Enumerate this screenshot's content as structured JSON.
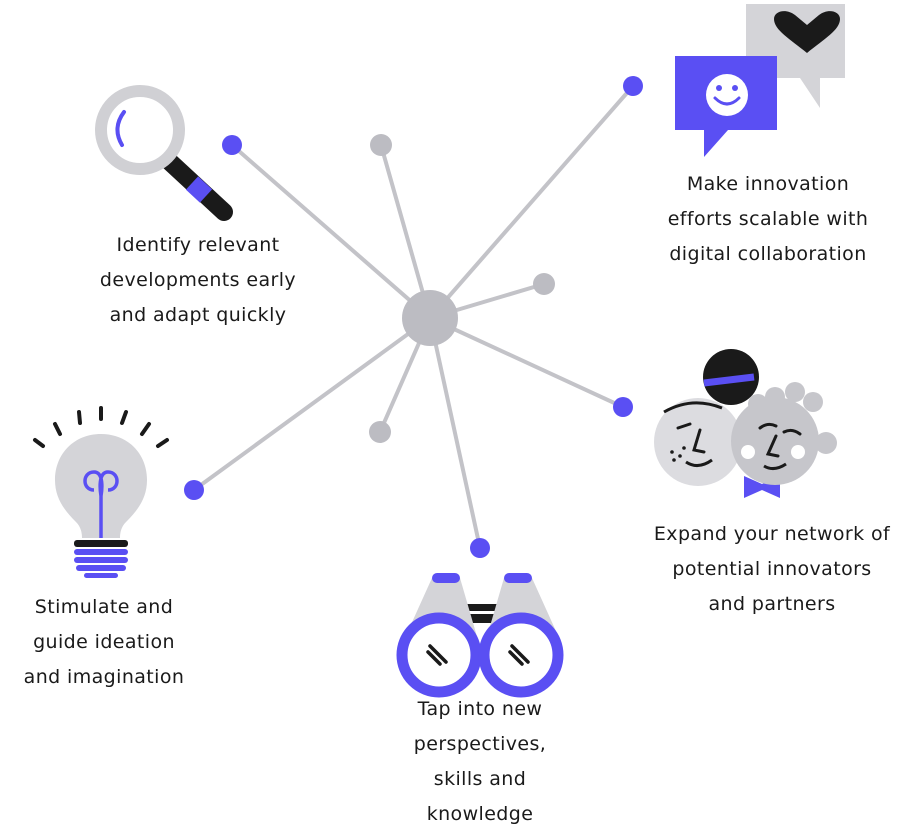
{
  "colors": {
    "accent": "#5a4ff3",
    "node_gray": "#bcbcc2",
    "line_gray": "#c3c3c8",
    "icon_gray": "#d4d4d8",
    "ink": "#1a1a1a"
  },
  "benefits": [
    {
      "id": "identify",
      "icon": "magnifier-icon",
      "lines": [
        "Identify relevant",
        "developments early",
        "and adapt quickly"
      ]
    },
    {
      "id": "scalable",
      "icon": "chat-bubbles-icon",
      "lines": [
        "Make innovation",
        "efforts scalable with",
        "digital collaboration"
      ]
    },
    {
      "id": "network",
      "icon": "two-people-icon",
      "lines": [
        "Expand your network of",
        "potential innovators",
        "and partners"
      ]
    },
    {
      "id": "ideation",
      "icon": "lightbulb-icon",
      "lines": [
        "Stimulate and",
        "guide ideation",
        "and imagination"
      ]
    },
    {
      "id": "perspectives",
      "icon": "binoculars-icon",
      "lines": [
        "Tap into new",
        "perspectives,",
        "skills and",
        "knowledge"
      ]
    }
  ]
}
